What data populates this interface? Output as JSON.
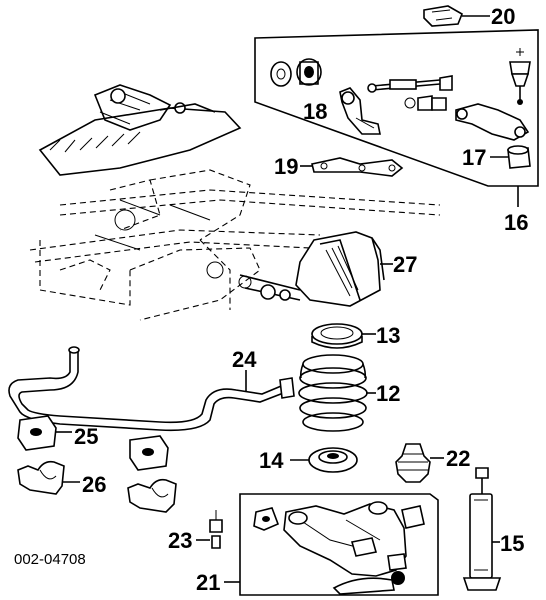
{
  "diagram": {
    "code": "002-04708",
    "callouts": {
      "c20": "20",
      "c18": "18",
      "c19": "19",
      "c17": "17",
      "c16": "16",
      "c27": "27",
      "c13": "13",
      "c24": "24",
      "c12": "12",
      "c25": "25",
      "c14": "14",
      "c22": "22",
      "c26": "26",
      "c15": "15",
      "c23": "23",
      "c21": "21"
    }
  }
}
